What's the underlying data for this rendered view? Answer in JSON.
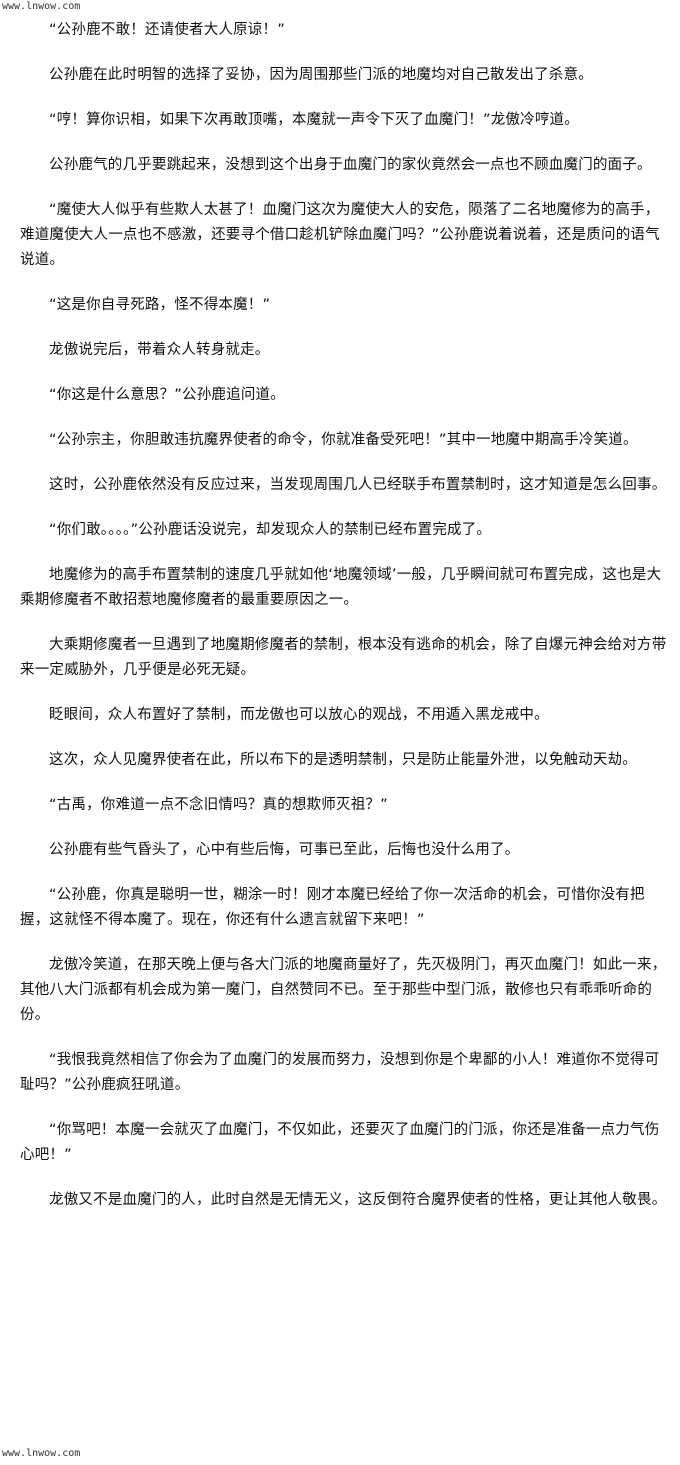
{
  "watermark": {
    "top": "www.lnwow.com",
    "bottom": "www.lnwow.com"
  },
  "paragraphs": [
    "“公孙鹿不敢！还请使者大人原谅！”",
    "公孙鹿在此时明智的选择了妥协，因为周围那些门派的地魔均对自己散发出了杀意。",
    "“哼！算你识相，如果下次再敢顶嘴，本魔就一声令下灭了血魔门！”龙傲冷哼道。",
    "公孙鹿气的几乎要跳起来，没想到这个出身于血魔门的家伙竟然会一点也不顾血魔门的面子。",
    "“魔使大人似乎有些欺人太甚了！血魔门这次为魔使大人的安危，陨落了二名地魔修为的高手，难道魔使大人一点也不感激，还要寻个借口趁机铲除血魔门吗？”公孙鹿说着说着，还是质问的语气说道。",
    "“这是你自寻死路，怪不得本魔！”",
    "龙傲说完后，带着众人转身就走。",
    "“你这是什么意思？”公孙鹿追问道。",
    "“公孙宗主，你胆敢违抗魔界使者的命令，你就准备受死吧！”其中一地魔中期高手冷笑道。",
    "这时，公孙鹿依然没有反应过来，当发现周围几人已经联手布置禁制时，这才知道是怎么回事。",
    "“你们敢。。。。”公孙鹿话没说完，却发现众人的禁制已经布置完成了。",
    "地魔修为的高手布置禁制的速度几乎就如他‘地魔领域’一般，几乎瞬间就可布置完成，这也是大乘期修魔者不敢招惹地魔修魔者的最重要原因之一。",
    "大乘期修魔者一旦遇到了地魔期修魔者的禁制，根本没有逃命的机会，除了自爆元神会给对方带来一定威胁外，几乎便是必死无疑。",
    "眨眼间，众人布置好了禁制，而龙傲也可以放心的观战，不用遁入黑龙戒中。",
    "这次，众人见魔界使者在此，所以布下的是透明禁制，只是防止能量外泄，以免触动天劫。",
    "“古禹，你难道一点不念旧情吗？真的想欺师灭祖？”",
    "公孙鹿有些气昏头了，心中有些后悔，可事已至此，后悔也没什么用了。",
    "“公孙鹿，你真是聪明一世，糊涂一时！刚才本魔已经给了你一次活命的机会，可惜你没有把握，这就怪不得本魔了。现在，你还有什么遗言就留下来吧！”",
    "龙傲冷笑道，在那天晚上便与各大门派的地魔商量好了，先灭极阴门，再灭血魔门！如此一来，其他八大门派都有机会成为第一魔门，自然赞同不已。至于那些中型门派，散修也只有乖乖听命的份。",
    "“我恨我竟然相信了你会为了血魔门的发展而努力，没想到你是个卑鄙的小人！难道你不觉得可耻吗？”公孙鹿疯狂吼道。",
    "“你骂吧！本魔一会就灭了血魔门，不仅如此，还要灭了血魔门的门派，你还是准备一点力气伤心吧！”",
    "龙傲又不是血魔门的人，此时自然是无情无义，这反倒符合魔界使者的性格，更让其他人敬畏。"
  ]
}
